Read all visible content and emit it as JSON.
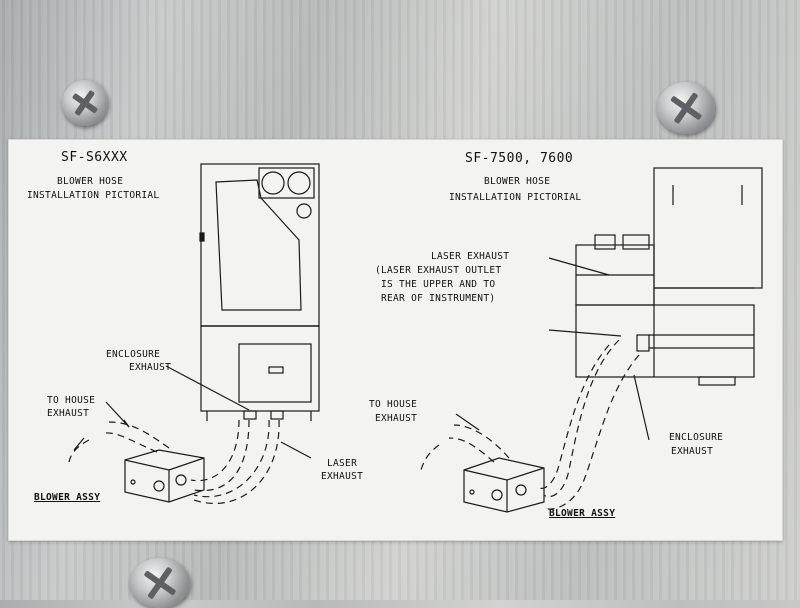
{
  "left": {
    "model": "SF-S6XXX",
    "subtitle_line1": "BLOWER HOSE",
    "subtitle_line2": "INSTALLATION PICTORIAL",
    "enclosure_line1": "ENCLOSURE",
    "enclosure_line2": "EXHAUST",
    "house_line1": "TO HOUSE",
    "house_line2": "EXHAUST",
    "laser_line1": "LASER",
    "laser_line2": "EXHAUST",
    "blower": "BLOWER ASSY"
  },
  "right": {
    "model": "SF-7500, 7600",
    "subtitle_line1": "BLOWER HOSE",
    "subtitle_line2": "INSTALLATION PICTORIAL",
    "laser_line1": "LASER EXHAUST",
    "laser_line2": "(LASER EXHAUST OUTLET",
    "laser_line3": "IS THE UPPER AND TO",
    "laser_line4": "REAR OF INSTRUMENT)",
    "house_line1": "TO HOUSE",
    "house_line2": "EXHAUST",
    "enclosure_line1": "ENCLOSURE",
    "enclosure_line2": "EXHAUST",
    "blower": "BLOWER ASSY"
  }
}
